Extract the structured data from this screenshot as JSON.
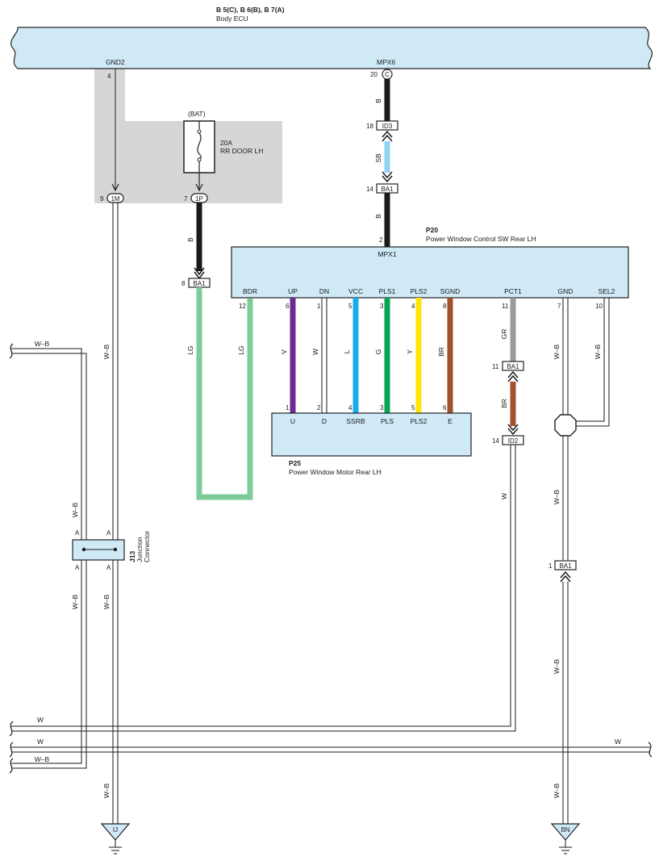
{
  "header": {
    "connectors": "B 5(C), B 6(B), B 7(A)",
    "ecu_name": "Body ECU"
  },
  "body_ecu": {
    "pin_gnd2": "GND2",
    "pin_mpx6": "MPX6",
    "pin_num_4": "4",
    "pin_num_20": "20",
    "mpx6_conn": "C"
  },
  "fuse": {
    "source": "(BAT)",
    "rating": "20A",
    "name": "RR DOOR LH"
  },
  "connectors": {
    "c_1m": {
      "num": "9",
      "label": "1M"
    },
    "c_1p": {
      "num": "7",
      "label": "1P"
    },
    "c_id3": {
      "num": "18",
      "label": "ID3"
    },
    "c_ba1_top": {
      "num": "14",
      "label": "BA1"
    },
    "c_ba1_left": {
      "num": "8",
      "label": "BA1"
    },
    "c_ba1_pct": {
      "num": "11",
      "label": "BA1"
    },
    "c_id2": {
      "num": "14",
      "label": "ID2"
    },
    "c_ba1_right": {
      "num": "1",
      "label": "BA1"
    }
  },
  "p20": {
    "code": "P20",
    "name": "Power Window Control SW Rear LH",
    "mpx_pin_num": "2",
    "mpx_label": "MPX1",
    "pins": [
      {
        "label": "BDR",
        "num": "12"
      },
      {
        "label": "UP",
        "num": "6"
      },
      {
        "label": "DN",
        "num": "1"
      },
      {
        "label": "VCC",
        "num": "5"
      },
      {
        "label": "PLS1",
        "num": "3"
      },
      {
        "label": "PLS2",
        "num": "4"
      },
      {
        "label": "SGND",
        "num": "8"
      },
      {
        "label": "PCT1",
        "num": "11"
      },
      {
        "label": "GND",
        "num": "7"
      },
      {
        "label": "SEL2",
        "num": "10"
      }
    ]
  },
  "p25": {
    "code": "P25",
    "name": "Power Window Motor Rear LH",
    "pins": [
      {
        "label": "U",
        "num": "1"
      },
      {
        "label": "D",
        "num": "2"
      },
      {
        "label": "SSRB",
        "num": "4"
      },
      {
        "label": "PLS",
        "num": "3"
      },
      {
        "label": "PLS2",
        "num": "5"
      },
      {
        "label": "E",
        "num": "6"
      }
    ]
  },
  "wire_colors": {
    "b1": "B",
    "sb": "SB",
    "b2": "B",
    "b3": "B",
    "lg1": "LG",
    "lg2": "LG",
    "v": "V",
    "w_dn": "W",
    "l": "L",
    "g": "G",
    "y": "Y",
    "br_sgnd": "BR",
    "gr": "GR",
    "br_pct": "BR",
    "w_id2": "W",
    "wb_gnd": "W–B",
    "wb_sel2": "W–B",
    "wb_gnd_lower": "W–B",
    "wb_ba1_lower": "W–B",
    "wb_gnd_bottom": "W–B",
    "wb_main_upper": "W–B",
    "wb_left_top": "W–B",
    "wb_left_upper": "W–B",
    "wb_left_lower": "W–B",
    "wb_main_lower": "W–B",
    "wb_main_bottom": "W–B",
    "w_row1": "W",
    "w_row2": "W",
    "w_row2_right": "W",
    "wb_row3": "W–B"
  },
  "j13": {
    "code": "J13",
    "name_line1": "Junction",
    "name_line2": "Connector",
    "pin_a": "A"
  },
  "grounds": {
    "left": "IJ",
    "right": "BN"
  },
  "colors": {
    "ecu_fill": "#cfe9f7",
    "shade": "#d6d6d6",
    "lg": "#7ecb9a",
    "violet": "#6b2b8f",
    "sky": "#19aee9",
    "green": "#05a554",
    "yellow": "#ffe600",
    "brown": "#a0522d",
    "gray": "#9a9a9a",
    "sb": "#8fd3f4",
    "black": "#1a1a1a"
  }
}
